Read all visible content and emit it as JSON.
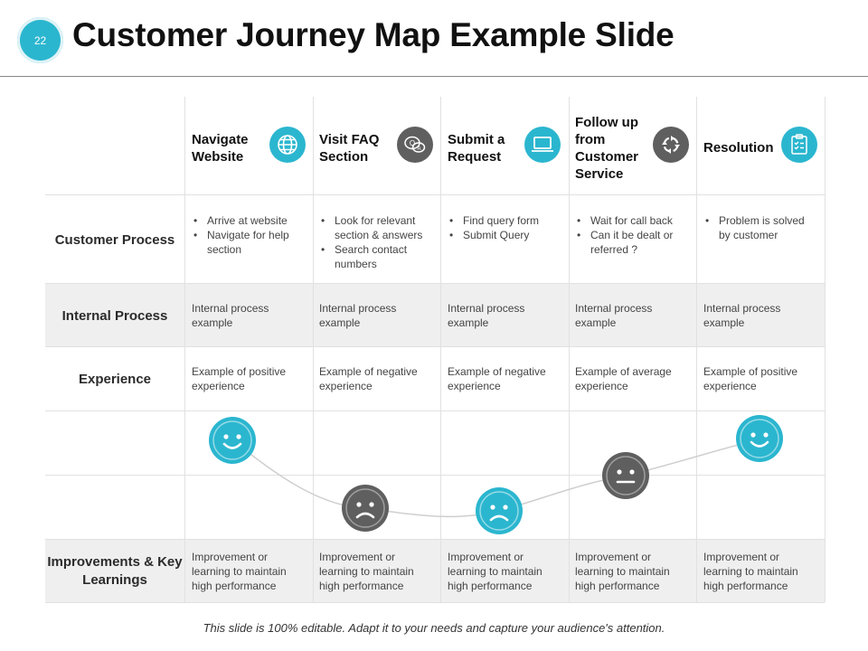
{
  "slide_number": "22",
  "title": "Customer Journey Map Example Slide",
  "stages": [
    {
      "label": "Navigate Website",
      "icon": "globe-icon"
    },
    {
      "label": "Visit FAQ Section",
      "icon": "faq-chat-icon"
    },
    {
      "label": "Submit a Request",
      "icon": "laptop-icon"
    },
    {
      "label": "Follow up from Customer Service",
      "icon": "refresh-cycle-icon"
    },
    {
      "label": "Resolution",
      "icon": "clipboard-checklist-icon"
    }
  ],
  "rows": {
    "customer_process": {
      "label": "Customer Process",
      "cells": [
        [
          "Arrive  at website",
          "Navigate  for help section"
        ],
        [
          "Look for relevant section & answers",
          "Search contact numbers"
        ],
        [
          "Find query form",
          "Submit Query"
        ],
        [
          "Wait for call back",
          "Can it be dealt or referred  ?"
        ],
        [
          "Problem is solved by customer"
        ]
      ]
    },
    "internal_process": {
      "label": "Internal Process",
      "cells": [
        "Internal process example",
        "Internal process example",
        "Internal process example",
        "Internal process example",
        "Internal process example"
      ]
    },
    "experience": {
      "label": "Experience",
      "cells": [
        "Example of positive experience",
        "Example of negative experience",
        "Example of negative experience",
        "Example of average experience",
        "Example of positive experience"
      ],
      "moods": [
        "happy",
        "sad",
        "sad",
        "neutral",
        "happy"
      ]
    },
    "improvements": {
      "label": "Improvements & Key Learnings",
      "cells": [
        "Improvement  or learning to maintain high performance",
        "Improvement  or learning to maintain high performance",
        "Improvement  or learning to maintain high performance",
        "Improvement  or learning to maintain high performance",
        "Improvement  or learning to maintain high performance"
      ]
    }
  },
  "colors": {
    "accent": "#2bb6cf",
    "dark": "#5f5f5f",
    "shade": "#efefef"
  },
  "footer": "This slide is 100% editable. Adapt it to your needs and capture your audience's attention."
}
